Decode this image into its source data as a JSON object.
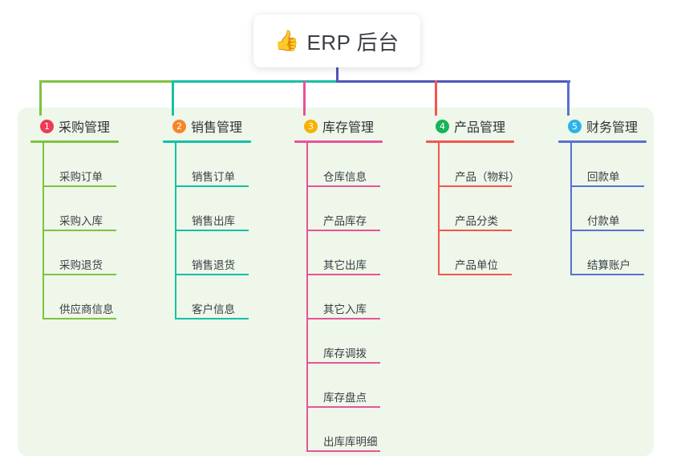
{
  "root": {
    "icon": "thumbs-up-icon",
    "icon_glyph": "👍",
    "title": "ERP 后台"
  },
  "panel": {
    "background": "#eef7e9"
  },
  "connectors": {
    "trunk_color": "#4e56b8",
    "segments": [
      {
        "name": "green",
        "color": "#7fc242"
      },
      {
        "name": "teal",
        "color": "#16bfa6"
      },
      {
        "name": "blue",
        "color": "#4e56b8"
      }
    ]
  },
  "columns": [
    {
      "index": "1",
      "badge_glyph": "1",
      "badge_color": "#ed3b57",
      "title": "采购管理",
      "line_color": "#7fc242",
      "drop_color": "#7fc242",
      "items": [
        "采购订单",
        "采购入库",
        "采购退货",
        "供应商信息"
      ]
    },
    {
      "index": "2",
      "badge_glyph": "2",
      "badge_color": "#f5862a",
      "title": "销售管理",
      "line_color": "#16bfa6",
      "drop_color": "#16bfa6",
      "items": [
        "销售订单",
        "销售出库",
        "销售退货",
        "客户信息"
      ]
    },
    {
      "index": "3",
      "badge_glyph": "3",
      "badge_color": "#f7b200",
      "title": "库存管理",
      "line_color": "#e8529a",
      "drop_color": "#e8529a",
      "items": [
        "仓库信息",
        "产品库存",
        "其它出库",
        "其它入库",
        "库存调拨",
        "库存盘点",
        "出库库明细"
      ]
    },
    {
      "index": "4",
      "badge_glyph": "4",
      "badge_color": "#17b45a",
      "title": "产品管理",
      "line_color": "#f2564f",
      "drop_color": "#f2564f",
      "items": [
        "产品（物料）",
        "产品分类",
        "产品单位"
      ]
    },
    {
      "index": "5",
      "badge_glyph": "5",
      "badge_color": "#2eb3e8",
      "title": "财务管理",
      "line_color": "#5b6fd0",
      "drop_color": "#5b6fd0",
      "items": [
        "回款单",
        "付款单",
        "结算账户"
      ]
    }
  ]
}
